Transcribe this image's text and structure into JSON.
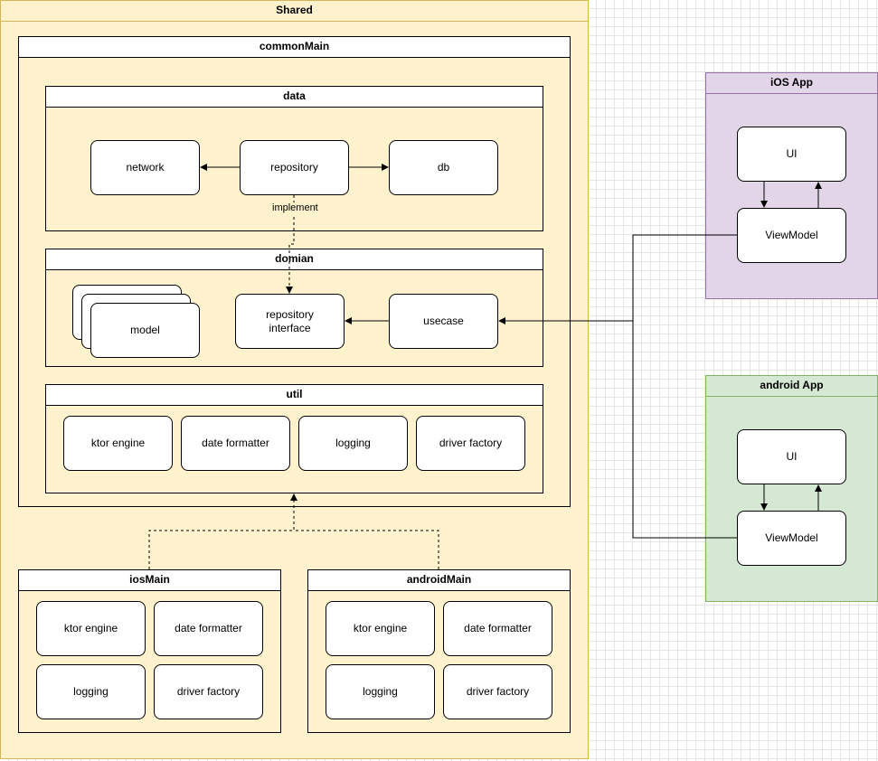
{
  "shared": {
    "title": "Shared",
    "common_main": {
      "title": "commonMain",
      "data": {
        "title": "data",
        "items": [
          "network",
          "repository",
          "db"
        ],
        "edge_label": "implement"
      },
      "domain": {
        "title": "domian",
        "items": [
          "model",
          "repository\ninterface",
          "usecase"
        ]
      },
      "util": {
        "title": "util",
        "items": [
          "ktor engine",
          "date formatter",
          "logging",
          "driver factory"
        ]
      }
    },
    "ios_main": {
      "title": "iosMain",
      "items": [
        "ktor engine",
        "date formatter",
        "logging",
        "driver factory"
      ]
    },
    "android_main": {
      "title": "androidMain",
      "items": [
        "ktor engine",
        "date formatter",
        "logging",
        "driver factory"
      ]
    }
  },
  "ios_app": {
    "title": "iOS App",
    "ui": "UI",
    "viewmodel": "ViewModel",
    "color": "#e1d5e7",
    "border": "#9673a6"
  },
  "android_app": {
    "title": "android App",
    "ui": "UI",
    "viewmodel": "ViewModel",
    "color": "#d5e8d4",
    "border": "#82b366"
  },
  "colors": {
    "shared_fill": "#fff2cc",
    "shared_border": "#d6b656"
  }
}
